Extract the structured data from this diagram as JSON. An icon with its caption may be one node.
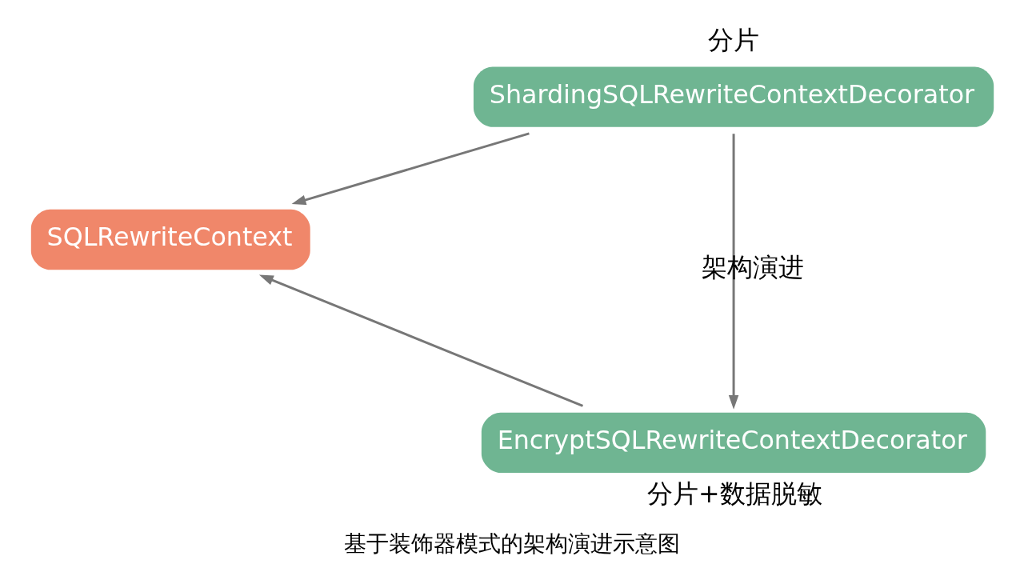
{
  "diagram": {
    "caption": "基于装饰器模式的架构演进示意图",
    "nodes": [
      {
        "text": [
          "SQLRewriteContext"
        ]
      },
      {
        "text": [
          "ShardingSQLRewriteContextDecorator"
        ],
        "beside": [
          "分片"
        ]
      },
      {
        "text": [
          "EncryptSQLRewriteContextDecorator"
        ],
        "beside": [
          "分片+数据脱敏"
        ]
      }
    ],
    "edges": [
      {
        "from": 1,
        "to": 0,
        "arrow": "to"
      },
      {
        "from": 2,
        "to": 0,
        "arrow": "to"
      },
      {
        "from": 1,
        "to": 2,
        "arrow": "to",
        "label": "架构演进"
      }
    ]
  }
}
